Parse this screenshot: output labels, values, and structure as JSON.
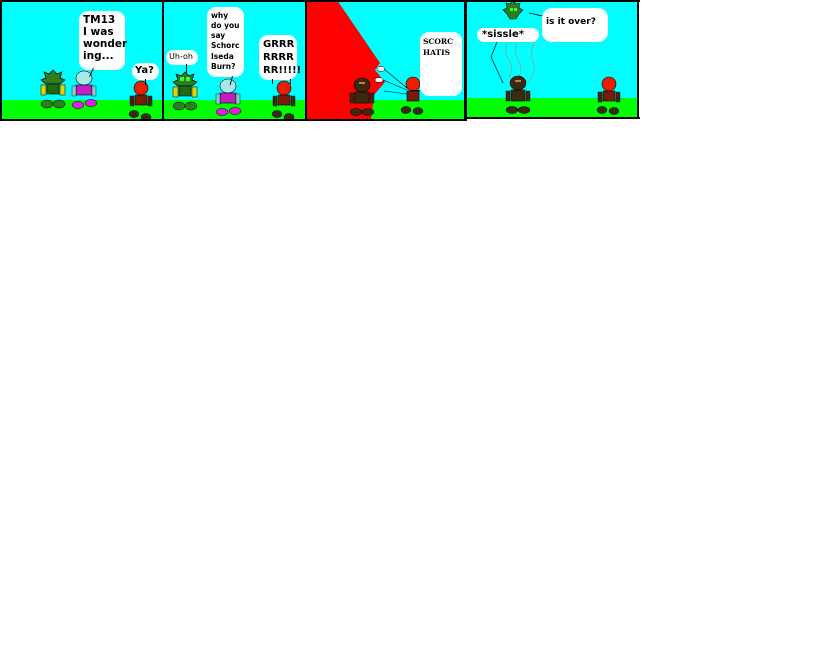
{
  "comic": {
    "panels": [
      {
        "id": 1,
        "bubbles": [
          {
            "speaker": "teal-robot",
            "text": "TM13 I was wonder ing..."
          },
          {
            "speaker": "red-robot",
            "text": "Ya?"
          }
        ]
      },
      {
        "id": 2,
        "bubbles": [
          {
            "speaker": "green-robot",
            "text": "Uh-oh"
          },
          {
            "speaker": "teal-robot",
            "text": "why do you say Schorc Iseda Burn?"
          },
          {
            "speaker": "red-robot",
            "text": "GRRR RRRR RR!!!!!"
          }
        ]
      },
      {
        "id": 3,
        "bubbles": [
          {
            "speaker": "red-robot",
            "text": "SCORC HATIS"
          }
        ]
      },
      {
        "id": 4,
        "bubbles": [
          {
            "speaker": "burnt-robot",
            "text": "*sissle*"
          },
          {
            "speaker": "green-robot",
            "text": "is it over?"
          }
        ]
      }
    ],
    "colors": {
      "sky": "#00ffff",
      "ground": "#00ff00",
      "blast": "#ff0000",
      "border": "#000000",
      "bubble": "#ffffff"
    }
  }
}
